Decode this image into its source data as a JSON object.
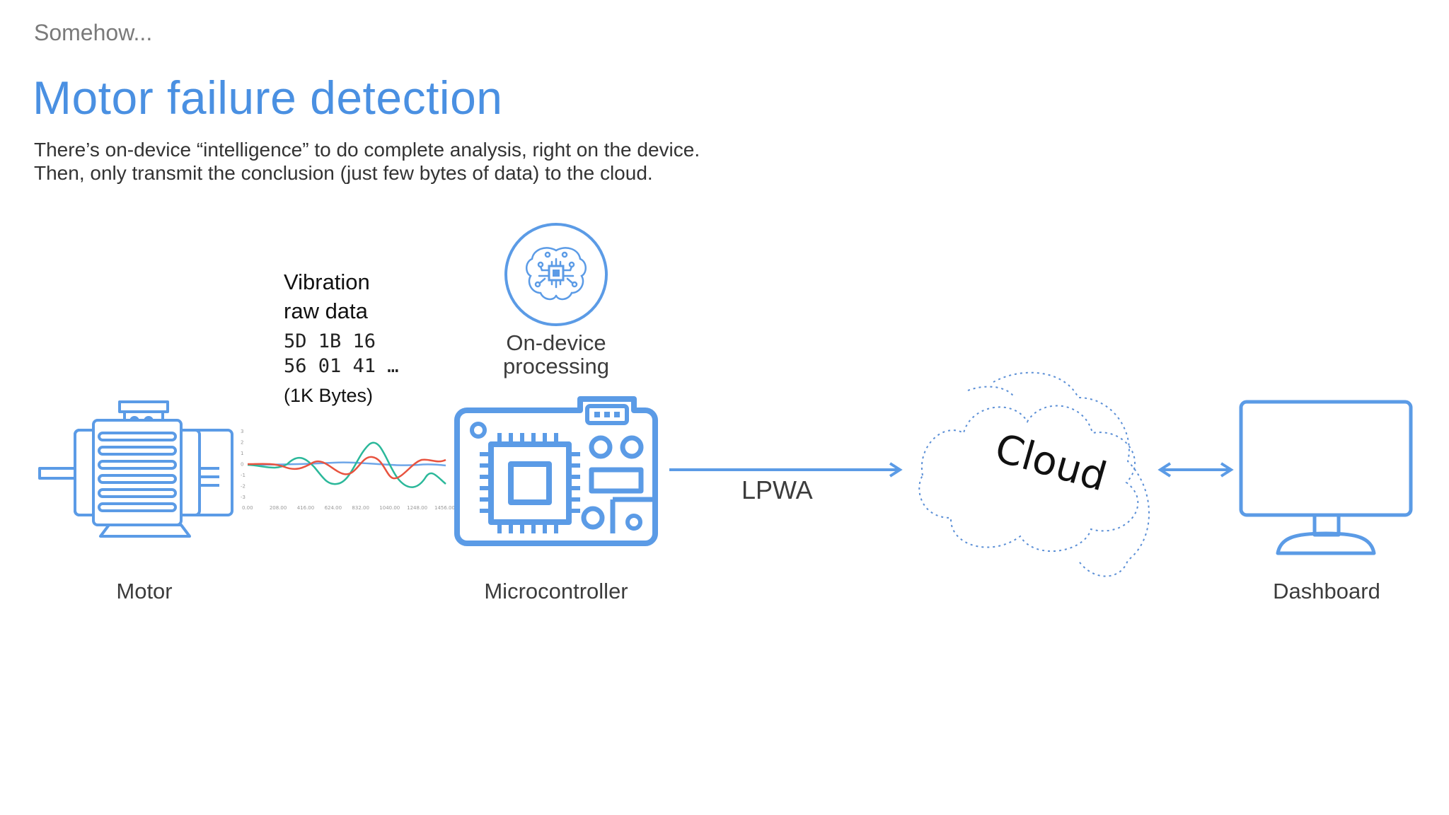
{
  "eyebrow": "Somehow...",
  "title": "Motor failure detection",
  "subtitle": {
    "line1": "There’s on-device “intelligence” to do complete analysis, right on the device.",
    "line2": "Then, only transmit the conclusion (just few bytes of data) to the cloud."
  },
  "diagram": {
    "vibration": {
      "label_line1": "Vibration",
      "label_line2": "raw data",
      "hex_line1": "5D 1B 16",
      "hex_line2": "56 01 41 …",
      "size": "(1K Bytes)"
    },
    "processing": {
      "line1": "On-device",
      "line2": "processing"
    },
    "link": "LPWA",
    "cloud": "Cloud",
    "nodes": {
      "motor": "Motor",
      "microcontroller": "Microcontroller",
      "dashboard": "Dashboard"
    },
    "waveform": {
      "y_ticks": [
        "3",
        "2",
        "1",
        "0",
        "-1",
        "-2",
        "-3"
      ],
      "x_ticks": [
        "0.00",
        "208.00",
        "416.00",
        "624.00",
        "832.00",
        "1040.00",
        "1248.00",
        "1456.00"
      ]
    }
  },
  "colors": {
    "accent": "#4a90e2",
    "icon_blue": "#5b9be6",
    "wave_red": "#e8533f",
    "wave_green": "#2bb89a",
    "wave_blue": "#6ea6e8"
  }
}
